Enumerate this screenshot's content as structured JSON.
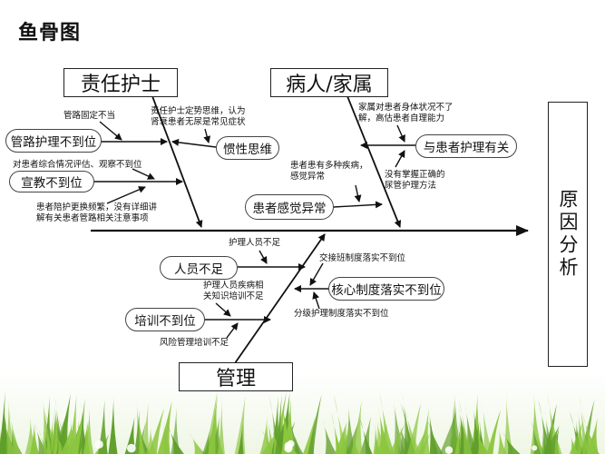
{
  "title": "鱼骨图",
  "effect": "原因分析",
  "categories": {
    "nurse": "责任护士",
    "patient": "病人/家属",
    "management": "管理"
  },
  "causes": {
    "tube_fixation": "管路护理不到位",
    "education": "宣教不到位",
    "inertia": "惯性思维",
    "perception": "患者感觉异常",
    "communication": "与患者护理有关",
    "staffing": "人员不足",
    "core_system": "核心制度落实不到位",
    "training": "培训不到位"
  },
  "notes": {
    "n1": "管路固定不当",
    "n2": "对患者综合情况评估、观察不到位",
    "n3": "患者陪护更换频繁，没有详细讲",
    "n3b": "解有关患者管路相关注意事项",
    "n4": "责任护士定势思维，认为",
    "n4b": "肾衰患者无尿是常见症状",
    "n5": "家属对患者身体状况不了",
    "n5b": "解，高估患者自理能力",
    "n6": "患者患有多种疾病，",
    "n6b": "感觉异常",
    "n7": "没有掌握正确的",
    "n7b": "尿管护理方法",
    "n8": "护理人员不足",
    "n9": "交接班制度落实不到位",
    "n10": "护理人员疾病相",
    "n10b": "关知识培训不足",
    "n11": "分级护理制度落实不到位",
    "n12": "风险管理培训不足"
  },
  "colors": {
    "line": "#111111",
    "grass": "#8cc63f",
    "grass_dark": "#5f9e2a",
    "sky": "#ffffff"
  }
}
